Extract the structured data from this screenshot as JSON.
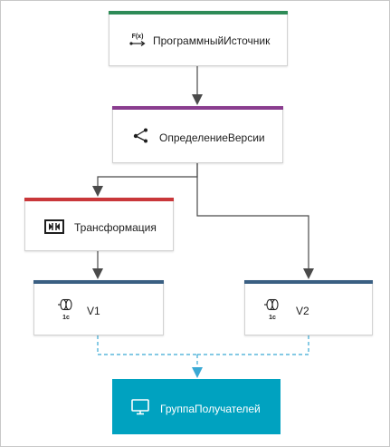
{
  "nodes": {
    "source": {
      "label": "ПрограммныйИсточник",
      "icon": "function-source-icon",
      "accent": "#2e8b57"
    },
    "version": {
      "label": "ОпределениеВерсии",
      "icon": "branch-router-icon",
      "accent": "#8a3d8f"
    },
    "transform": {
      "label": "Трансформация",
      "icon": "transform-icon",
      "accent": "#c9373a"
    },
    "v1": {
      "label": "V1",
      "icon": "1c-adapter-icon",
      "accent": "#3a5f82"
    },
    "v2": {
      "label": "V2",
      "icon": "1c-adapter-icon",
      "accent": "#3a5f82"
    },
    "receivers": {
      "label": "ГруппаПолучателей",
      "icon": "monitor-icon",
      "fill": "#00a2c0"
    }
  },
  "icons": {
    "func_text": "F(x)",
    "onec_text": "1с"
  },
  "colors": {
    "connector": "#4a4a4a",
    "dashed_connector": "#3aa9d4"
  }
}
